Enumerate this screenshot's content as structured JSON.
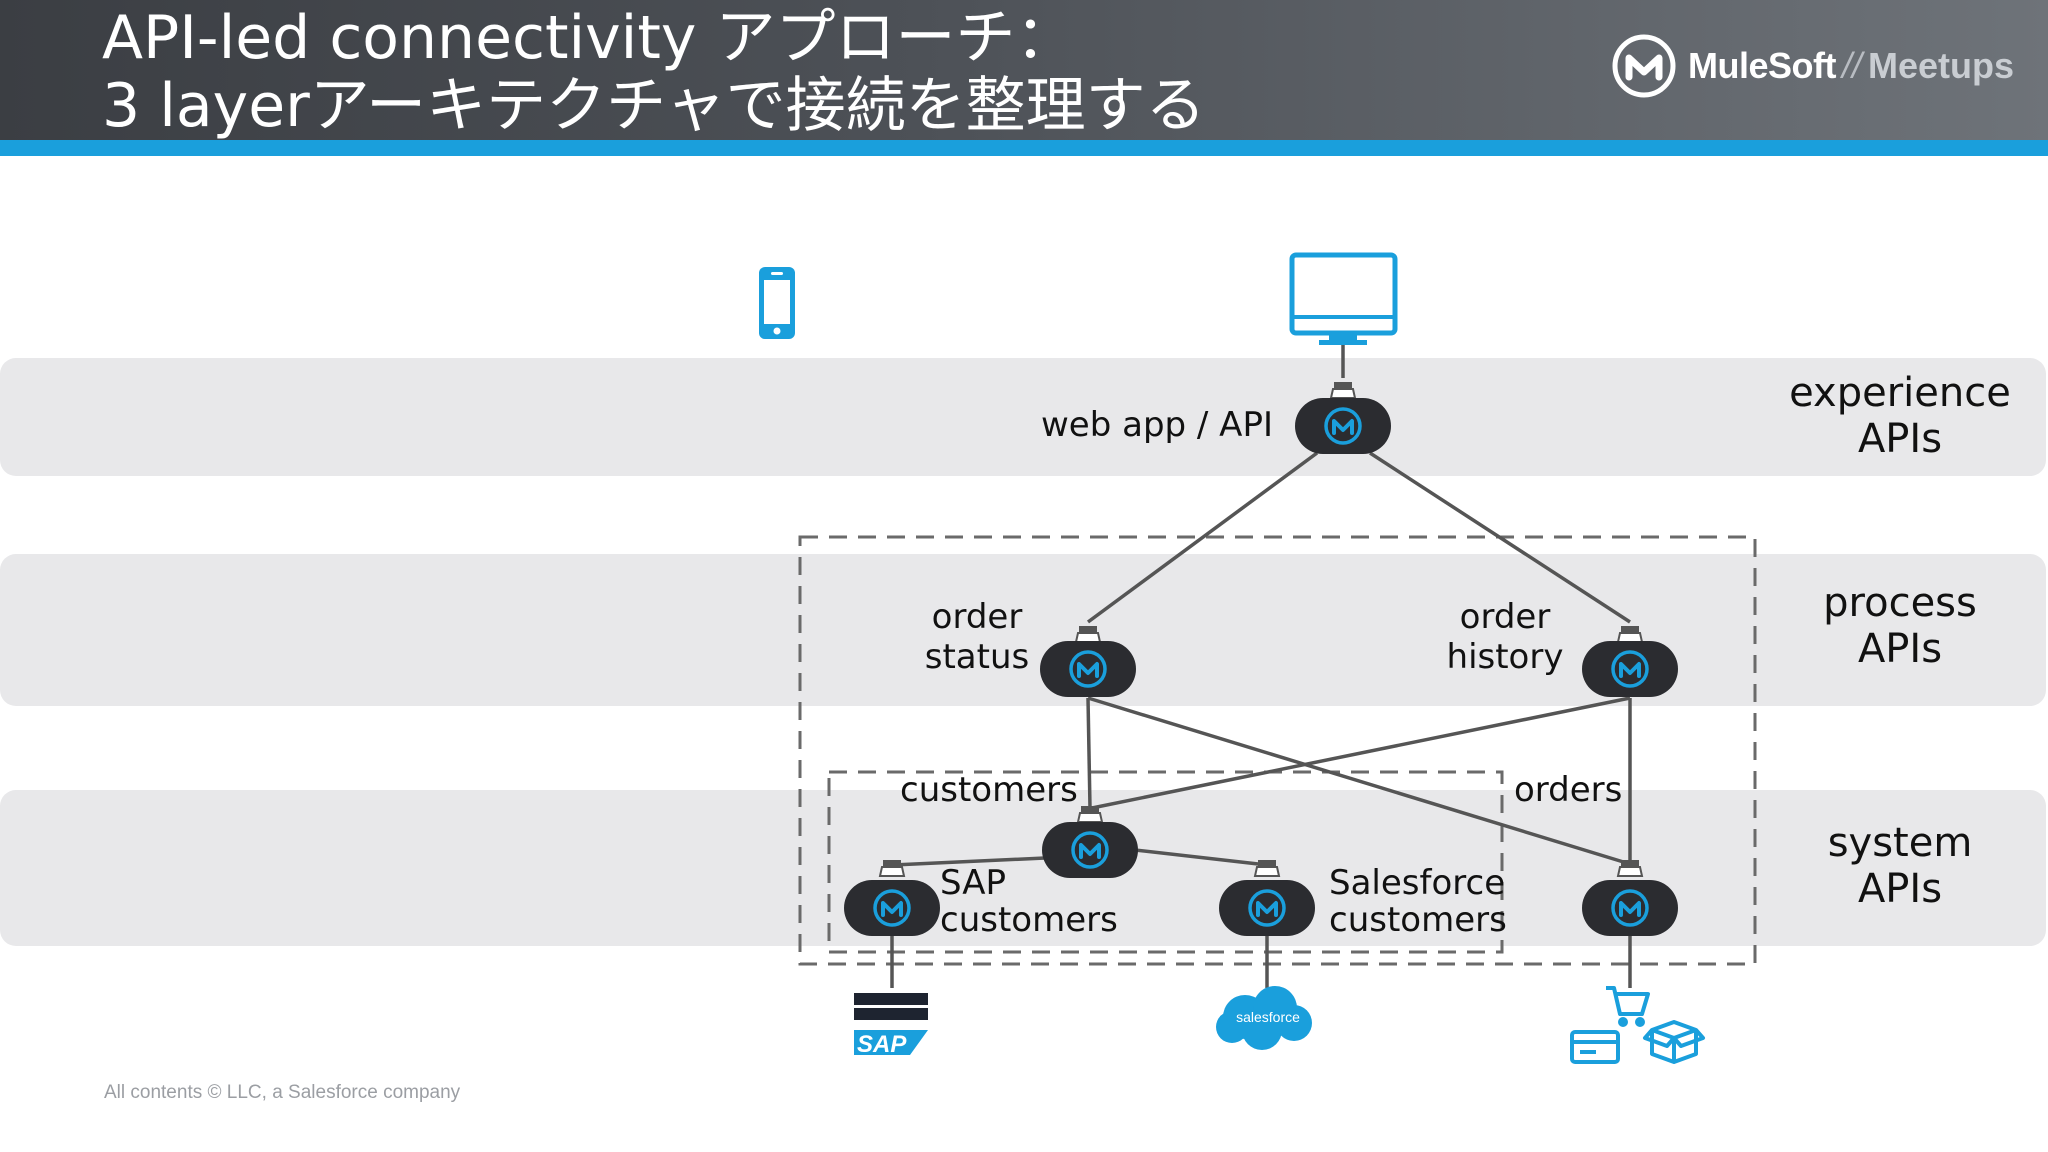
{
  "header": {
    "title_line1": "API-led connectivity アプローチ：",
    "title_line2": "3 layerアーキテクチャで接続を整理する",
    "logo_primary": "MuleSoft",
    "logo_separator": "//",
    "logo_secondary": "Meetups"
  },
  "layers": {
    "experience": {
      "line1": "experience",
      "line2": "APIs"
    },
    "process": {
      "line1": "process",
      "line2": "APIs"
    },
    "system": {
      "line1": "system",
      "line2": "APIs"
    }
  },
  "nodes": {
    "web_app": "web app / API",
    "order_status": {
      "line1": "order",
      "line2": "status"
    },
    "order_history": {
      "line1": "order",
      "line2": "history"
    },
    "customers": "customers",
    "orders": "orders",
    "sap_customers": {
      "line1": "SAP",
      "line2": "customers"
    },
    "salesforce_customers": {
      "line1": "Salesforce",
      "line2": "customers"
    }
  },
  "backends": {
    "sap_label": "SAP",
    "salesforce_label": "salesforce"
  },
  "footer": {
    "text": "All contents © LLC, a Salesforce company"
  },
  "colors": {
    "accent": "#1a9fdc",
    "node": "#2b2c30",
    "band": "#e8e8ea",
    "connector": "#555555"
  },
  "icons": [
    "mobile-phone-icon",
    "desktop-monitor-icon",
    "mulesoft-logo-icon",
    "sap-icon",
    "salesforce-cloud-icon",
    "shopping-cart-icon",
    "credit-card-icon",
    "package-box-icon"
  ]
}
